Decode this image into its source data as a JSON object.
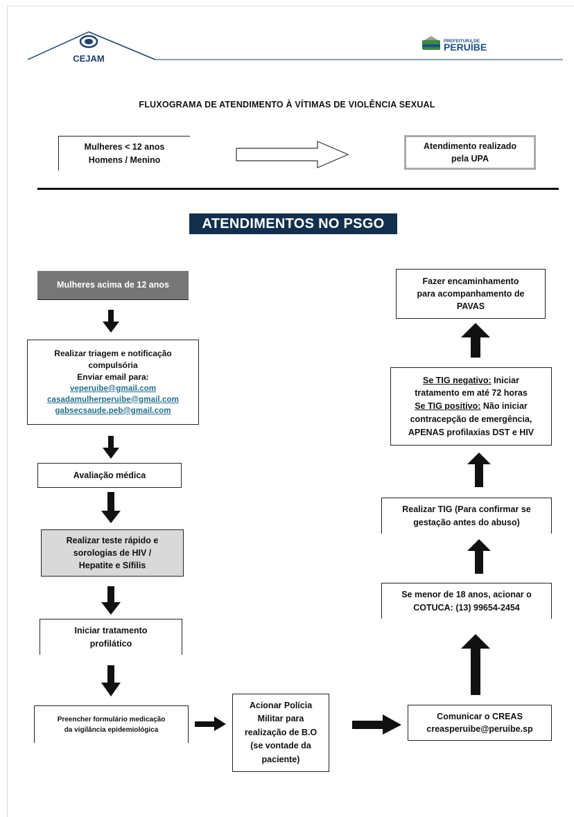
{
  "header": {
    "logo_left": "CEJAM",
    "logo_right_top": "PREFEITURA DE",
    "logo_right_main": "PERUÍBE"
  },
  "title": "FLUXOGRAMA DE ATENDIMENTO À VÍTIMAS DE VIOLÊNCIA SEXUAL",
  "top_row": {
    "left_box": [
      "Mulheres < 12 anos",
      "Homens / Menino"
    ],
    "right_box": [
      "Atendimento realizado",
      "pela UPA"
    ]
  },
  "banner": "ATENDIMENTOS NO PSGO",
  "left_column": {
    "step1": "Mulheres acima de 12 anos",
    "step2_lines": [
      "Realizar triagem e notificação",
      "compulsória",
      "Enviar email para:"
    ],
    "emails": [
      "veperuibe@gmail.com",
      "casadamulherperuibe@gmail.com",
      "gabsecsaude.peb@gmail.com"
    ],
    "step3": "Avaliação médica",
    "step4": [
      "Realizar teste rápido e",
      "sorologias de HIV /",
      "Hepatite e Sífilis"
    ],
    "step5": [
      "Iniciar tratamento",
      "profilático"
    ],
    "step6": [
      "Preencher formulário medicação",
      "da vigilância epidemiológica"
    ]
  },
  "middle": {
    "police": [
      "Acionar Polícia",
      "Militar para",
      "realização de B.O",
      "(se vontade da",
      "paciente)"
    ]
  },
  "right_column": {
    "creas": [
      "Comunicar o CREAS",
      "creasperuibe@peruibe.sp"
    ],
    "cotuca": [
      "Se menor de 18 anos, acionar o",
      "COTUCA: (13) 99654-2454"
    ],
    "tig": [
      "Realizar TIG (Para confirmar se",
      "gestação antes do abuso)"
    ],
    "tig_result": {
      "neg_label": "Se TIG negativo:",
      "neg_text": " Iniciar",
      "neg_line2": "tratamento em até 72 horas",
      "pos_label": "Se TIG positivo:",
      "pos_text": " Não iniciar",
      "pos_line2": "contracepção de emergência,",
      "pos_line3": "APENAS profilaxias DST e HIV"
    },
    "pavas": [
      "Fazer encaminhamento",
      "para acompanhamento de",
      "PAVAS"
    ]
  },
  "colors": {
    "banner_bg": "#12304d",
    "step1_bg": "#767676",
    "step4_bg": "#d9d9d9",
    "link": "#1f6f8b",
    "logo_blue": "#1d4f8c",
    "logo_green": "#3a8a3a"
  }
}
